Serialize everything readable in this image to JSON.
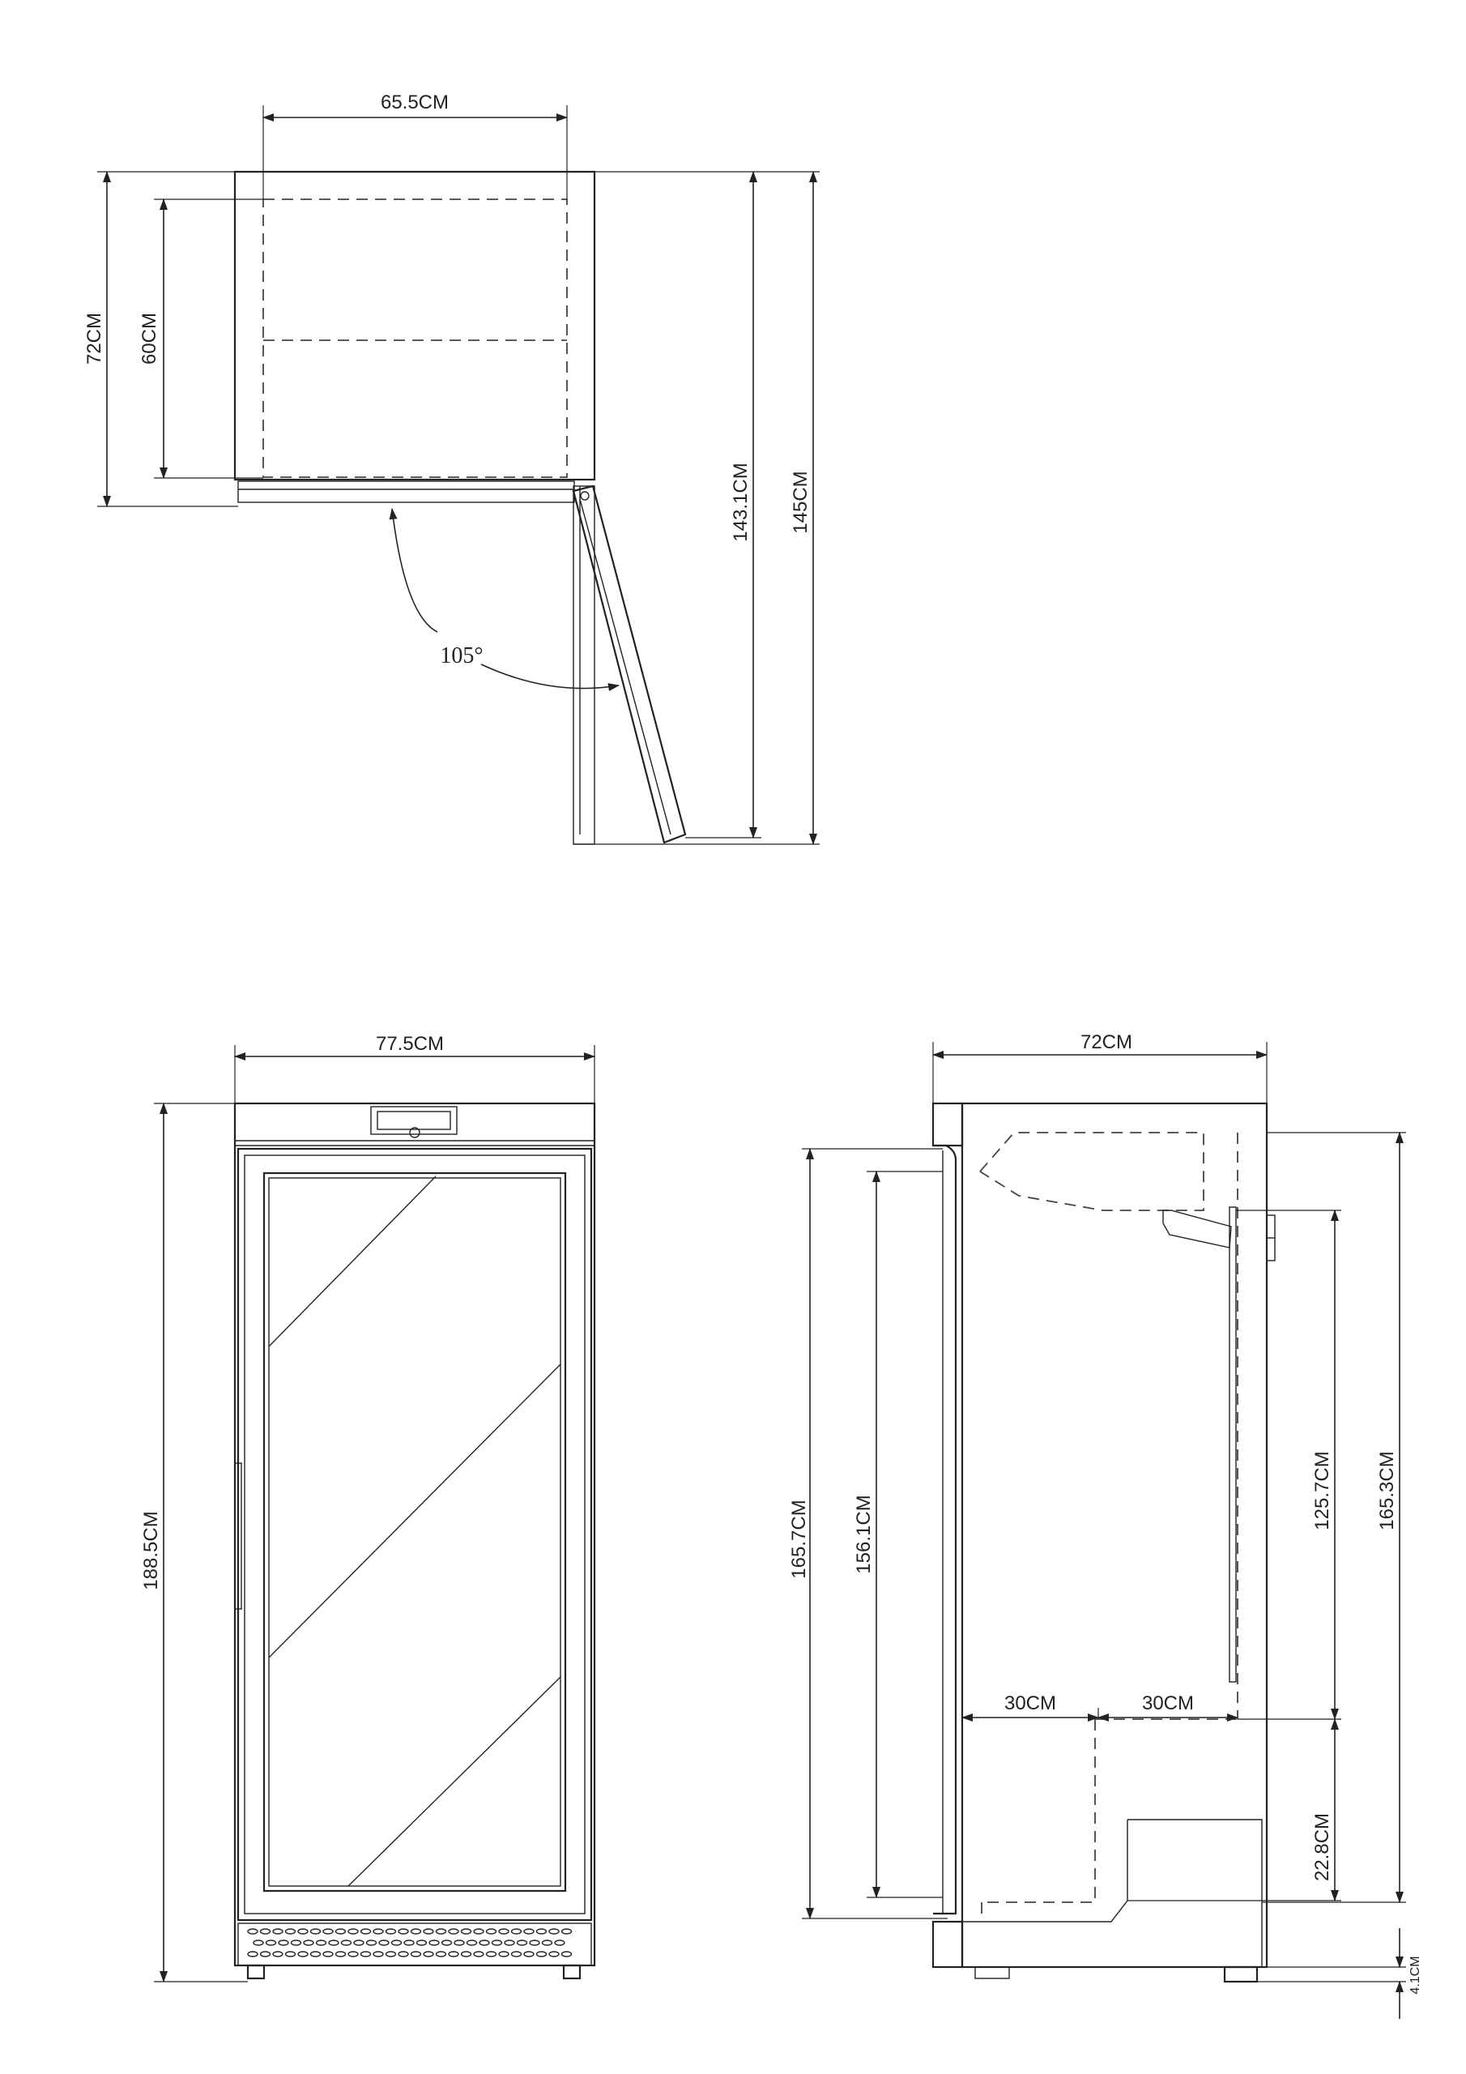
{
  "top_view": {
    "width_label": "65.5CM",
    "depth_outer_label": "72CM",
    "depth_inner_label": "60CM",
    "open_depth_label": "143.1CM",
    "open_depth_total_label": "145CM",
    "door_angle_label": "105°"
  },
  "front_view": {
    "width_label": "77.5CM",
    "height_label": "188.5CM"
  },
  "side_view": {
    "depth_label": "72CM",
    "door_height_label": "165.7CM",
    "glass_height_label": "156.1CM",
    "interior_upper_label": "125.7CM",
    "interior_total_label": "165.3CM",
    "lower_section_label": "22.8CM",
    "foot_height_label": "4.1CM",
    "shelf_depth_front_label": "30CM",
    "shelf_depth_rear_label": "30CM"
  }
}
